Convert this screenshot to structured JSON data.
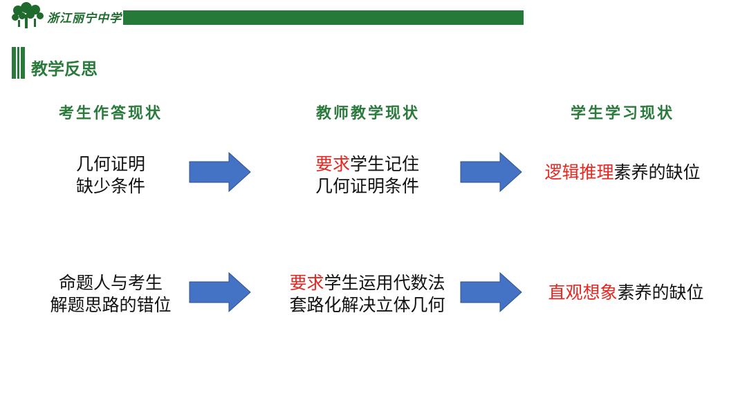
{
  "header": {
    "school_name": "浙江丽宁中学",
    "colors": {
      "brand_green": "#257a3a",
      "highlight_red": "#e8261f"
    }
  },
  "section": {
    "title": "教学反思"
  },
  "columns": [
    "考生作答现状",
    "教师教学现状",
    "学生学习现状"
  ],
  "rows": [
    {
      "exam": [
        "几何证明",
        "缺少条件"
      ],
      "teaching": {
        "highlight": "要求",
        "line1_rest": "学生记住",
        "line2": "几何证明条件"
      },
      "learning": {
        "highlight": "逻辑推理",
        "rest": "素养的缺位"
      }
    },
    {
      "exam": [
        "命题人与考生",
        "解题思路的错位"
      ],
      "teaching": {
        "highlight": "要求",
        "line1_rest": "学生运用代数法",
        "line2": "套路化解决立体几何"
      },
      "learning": {
        "highlight": "直观想象",
        "rest": "素养的缺位"
      }
    }
  ]
}
